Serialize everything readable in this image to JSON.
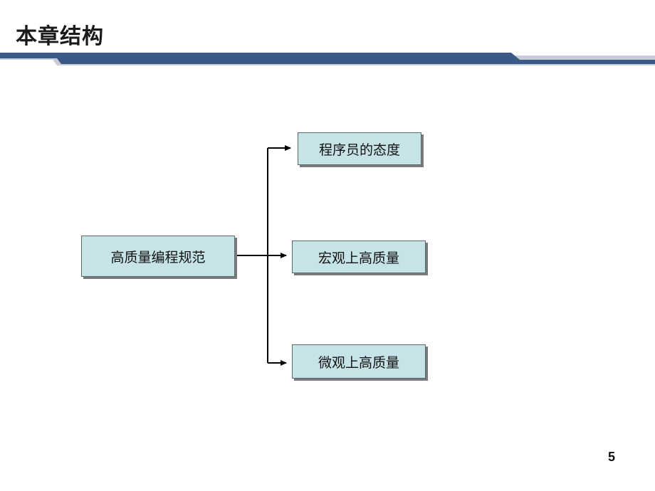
{
  "slide": {
    "title": "本章结构",
    "page_number": "5"
  },
  "diagram": {
    "root": {
      "label": "高质量编程规范"
    },
    "children": [
      {
        "label": "程序员的态度"
      },
      {
        "label": "宏观上高质量"
      },
      {
        "label": "微观上高质量"
      }
    ]
  },
  "colors": {
    "node_fill": "#c6e4e8",
    "title_bar_dark": "#3a5a85",
    "title_bar_light": "#c7ccd6"
  }
}
